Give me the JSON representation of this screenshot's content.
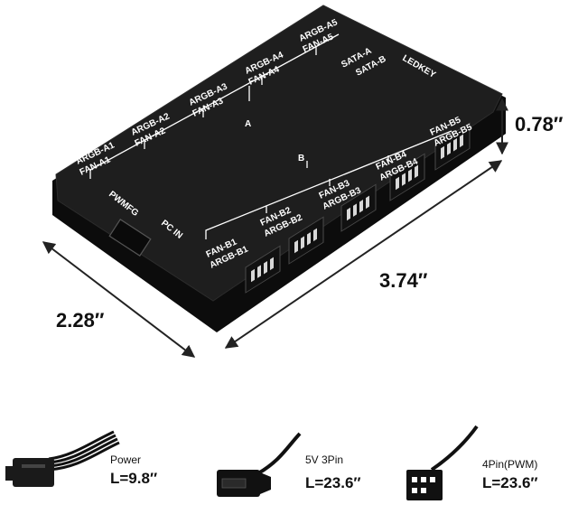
{
  "colors": {
    "board_top": "#1e1e1e",
    "board_side": "#0c0c0c",
    "label": "#ffffff",
    "background": "#ffffff"
  },
  "board": {
    "group_a": "A",
    "group_b": "B",
    "a_ports": [
      {
        "argb": "ARGB-A1",
        "fan": "FAN-A1"
      },
      {
        "argb": "ARGB-A2",
        "fan": "FAN-A2"
      },
      {
        "argb": "ARGB-A3",
        "fan": "FAN-A3"
      },
      {
        "argb": "ARGB-A4",
        "fan": "FAN-A4"
      },
      {
        "argb": "ARGB-A5",
        "fan": "FAN-A5"
      }
    ],
    "b_ports": [
      {
        "fan": "FAN-B1",
        "argb": "ARGB-B1"
      },
      {
        "fan": "FAN-B2",
        "argb": "ARGB-B2"
      },
      {
        "fan": "FAN-B3",
        "argb": "ARGB-B3"
      },
      {
        "fan": "FAN-B4",
        "argb": "ARGB-B4"
      },
      {
        "fan": "FAN-B5",
        "argb": "ARGB-B5"
      }
    ],
    "sata_a": "SATA-A",
    "sata_b": "SATA-B",
    "ledkey": "LEDKEY",
    "pwmfg": "PWMFG",
    "pcin": "PC IN"
  },
  "dimensions": {
    "height": "0.78″",
    "length": "3.74″",
    "width": "2.28″"
  },
  "cables": [
    {
      "name": "Power",
      "length": "L=9.8″",
      "icon": "sata-power-connector-icon"
    },
    {
      "name": "5V 3Pin",
      "length": "L=23.6″",
      "icon": "argb-3pin-connector-icon"
    },
    {
      "name": "4Pin(PWM)",
      "length": "L=23.6″",
      "icon": "pwm-4pin-connector-icon"
    }
  ]
}
